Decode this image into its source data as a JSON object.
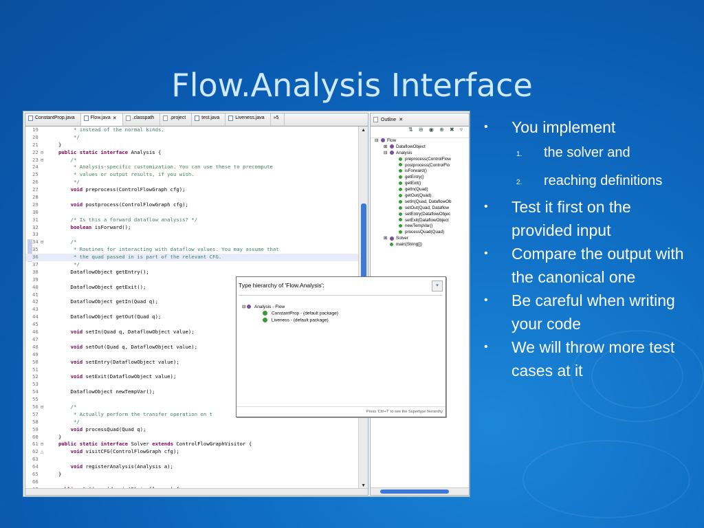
{
  "slide": {
    "title": "Flow.Analysis Interface",
    "bullets": [
      {
        "text": "You implement",
        "sub": [
          {
            "n": "1.",
            "text": "the solver and"
          },
          {
            "n": "2.",
            "text": "reaching definitions"
          }
        ]
      },
      {
        "text": "Test it first on the provided input"
      },
      {
        "text": "Compare the output with the canonical one"
      },
      {
        "text": "Be careful when writing your code"
      },
      {
        "text": "We will throw more test cases at it"
      }
    ]
  },
  "editor": {
    "tabs": [
      {
        "label": "ConstantProp.java",
        "icon": "java-file-icon"
      },
      {
        "label": "Flow.java",
        "icon": "java-file-icon",
        "active": true,
        "close": "✕"
      },
      {
        "label": ".classpath",
        "icon": "file-icon"
      },
      {
        "label": ".project",
        "icon": "file-icon"
      },
      {
        "label": "test.java",
        "icon": "java-file-icon"
      },
      {
        "label": "Liveness.java",
        "icon": "java-file-icon"
      },
      {
        "label": "»5",
        "icon": ""
      }
    ],
    "lines": [
      {
        "n": "19",
        "f": "",
        "t": "     * instead of the normal kinds.",
        "c": "comment"
      },
      {
        "n": "20",
        "f": "",
        "t": "     */",
        "c": "comment"
      },
      {
        "n": "21",
        "f": "",
        "t": "}",
        "c": ""
      },
      {
        "n": "22",
        "f": "⊟",
        "t": "public static interface Analysis {",
        "c": "kw"
      },
      {
        "n": "23",
        "f": "⊟",
        "t": "    /*",
        "c": "comment"
      },
      {
        "n": "24",
        "f": "",
        "t": "     * Analysis-specific customization. You can use these to precompute",
        "c": "comment"
      },
      {
        "n": "25",
        "f": "",
        "t": "     * values or output results, if you wish.",
        "c": "comment"
      },
      {
        "n": "26",
        "f": "",
        "t": "     */",
        "c": "comment"
      },
      {
        "n": "27",
        "f": "",
        "t": "    void preprocess(ControlFlowGraph cfg);",
        "c": "kw"
      },
      {
        "n": "28",
        "f": "",
        "t": "",
        "c": ""
      },
      {
        "n": "29",
        "f": "",
        "t": "    void postprocess(ControlFlowGraph cfg);",
        "c": "kw"
      },
      {
        "n": "30",
        "f": "",
        "t": "",
        "c": ""
      },
      {
        "n": "31",
        "f": "",
        "t": "    /* Is this a forward dataflow analysis? */",
        "c": "comment"
      },
      {
        "n": "32",
        "f": "",
        "t": "    boolean isForward();",
        "c": "kw"
      },
      {
        "n": "33",
        "f": "",
        "t": "",
        "c": ""
      },
      {
        "n": "34",
        "f": "⊟",
        "t": "    /*",
        "c": "comment"
      },
      {
        "n": "35",
        "f": "",
        "t": "     * Routines for interacting with dataflow values. You may assume that",
        "c": "comment"
      },
      {
        "n": "36",
        "f": "",
        "t": "     * the quad passed in is part of the relevant CFG.",
        "c": "comment",
        "hl": true
      },
      {
        "n": "37",
        "f": "",
        "t": "     */",
        "c": "comment"
      },
      {
        "n": "38",
        "f": "",
        "t": "    DataflowObject getEntry();",
        "c": ""
      },
      {
        "n": "39",
        "f": "",
        "t": "",
        "c": ""
      },
      {
        "n": "40",
        "f": "",
        "t": "    DataflowObject getExit();",
        "c": ""
      },
      {
        "n": "41",
        "f": "",
        "t": "",
        "c": ""
      },
      {
        "n": "42",
        "f": "",
        "t": "    DataflowObject getIn(Quad q);",
        "c": ""
      },
      {
        "n": "43",
        "f": "",
        "t": "",
        "c": ""
      },
      {
        "n": "44",
        "f": "",
        "t": "    DataflowObject getOut(Quad q);",
        "c": ""
      },
      {
        "n": "45",
        "f": "",
        "t": "",
        "c": ""
      },
      {
        "n": "46",
        "f": "",
        "t": "    void setIn(Quad q, DataflowObject value);",
        "c": "kw"
      },
      {
        "n": "47",
        "f": "",
        "t": "",
        "c": ""
      },
      {
        "n": "48",
        "f": "",
        "t": "    void setOut(Quad q, DataflowObject value);",
        "c": "kw"
      },
      {
        "n": "49",
        "f": "",
        "t": "",
        "c": ""
      },
      {
        "n": "50",
        "f": "",
        "t": "    void setEntry(DataflowObject value);",
        "c": "kw"
      },
      {
        "n": "51",
        "f": "",
        "t": "",
        "c": ""
      },
      {
        "n": "52",
        "f": "",
        "t": "    void setExit(DataflowObject value);",
        "c": "kw"
      },
      {
        "n": "53",
        "f": "",
        "t": "",
        "c": ""
      },
      {
        "n": "54",
        "f": "",
        "t": "    DataflowObject newTempVar();",
        "c": ""
      },
      {
        "n": "55",
        "f": "",
        "t": "",
        "c": ""
      },
      {
        "n": "56",
        "f": "⊟",
        "t": "    /*",
        "c": "comment"
      },
      {
        "n": "57",
        "f": "",
        "t": "     * Actually perform the transfer operation on t",
        "c": "comment"
      },
      {
        "n": "58",
        "f": "",
        "t": "     */",
        "c": "comment"
      },
      {
        "n": "59",
        "f": "",
        "t": "    void processQuad(Quad q);",
        "c": "kw"
      },
      {
        "n": "60",
        "f": "",
        "t": "}",
        "c": ""
      },
      {
        "n": "61",
        "f": "⊟",
        "t": "public static interface Solver extends ControlFlowGraphVisitor {",
        "c": "kw"
      },
      {
        "n": "62",
        "f": "△",
        "t": "    void visitCFG(ControlFlowGraph cfg);",
        "c": "kw"
      },
      {
        "n": "63",
        "f": "",
        "t": "",
        "c": ""
      },
      {
        "n": "64",
        "f": "",
        "t": "    void registerAnalysis(Analysis a);",
        "c": "kw"
      },
      {
        "n": "65",
        "f": "",
        "t": "}",
        "c": ""
      },
      {
        "n": "66",
        "f": "",
        "t": "",
        "c": ""
      },
      {
        "n": "67",
        "f": "⊟",
        "t": "public static void main(String[] args) {",
        "c": "kw"
      }
    ]
  },
  "outline": {
    "tab_label": "Outline",
    "close": "✕",
    "tools": "⇅ ⊖ ◉ ⊕ ✖ ▿",
    "items": [
      {
        "indent": 0,
        "toggle": "⊟",
        "icon": "class",
        "label": "Flow"
      },
      {
        "indent": 1,
        "toggle": "⊞",
        "icon": "interface",
        "label": "DataflowObject"
      },
      {
        "indent": 1,
        "toggle": "⊟",
        "icon": "interface",
        "label": "Analysis"
      },
      {
        "indent": 2,
        "toggle": "",
        "icon": "method",
        "label": "preprocess(ControlFlow"
      },
      {
        "indent": 2,
        "toggle": "",
        "icon": "method",
        "label": "postprocess(ControlFlo"
      },
      {
        "indent": 2,
        "toggle": "",
        "icon": "method",
        "label": "isForward()"
      },
      {
        "indent": 2,
        "toggle": "",
        "icon": "method",
        "label": "getEntry()"
      },
      {
        "indent": 2,
        "toggle": "",
        "icon": "method",
        "label": "getExit()"
      },
      {
        "indent": 2,
        "toggle": "",
        "icon": "method",
        "label": "getIn(Quad)"
      },
      {
        "indent": 2,
        "toggle": "",
        "icon": "method",
        "label": "getOut(Quad)"
      },
      {
        "indent": 2,
        "toggle": "",
        "icon": "method",
        "label": "setIn(Quad, DataflowOb"
      },
      {
        "indent": 2,
        "toggle": "",
        "icon": "method",
        "label": "setOut(Quad, Dataflow"
      },
      {
        "indent": 2,
        "toggle": "",
        "icon": "method",
        "label": "setEntry(DataflowObjec"
      },
      {
        "indent": 2,
        "toggle": "",
        "icon": "method",
        "label": "setExit(DataflowObject"
      },
      {
        "indent": 2,
        "toggle": "",
        "icon": "method",
        "label": "newTempVar()"
      },
      {
        "indent": 2,
        "toggle": "",
        "icon": "method",
        "label": "processQuad(Quad)"
      },
      {
        "indent": 1,
        "toggle": "⊞",
        "icon": "interface",
        "label": "Solver"
      },
      {
        "indent": 1,
        "toggle": "",
        "icon": "method",
        "label": "main(String[])"
      }
    ]
  },
  "type_hierarchy": {
    "title": "Type hierarchy of 'Flow.Analysis':",
    "menu": "▾",
    "root": {
      "toggle": "⊟",
      "label": "Analysis - Flow"
    },
    "children": [
      {
        "label": "ConstantProp - (default package)"
      },
      {
        "label": "Liveness - (default package)"
      }
    ],
    "footer": "Press 'Ctrl+T' to see the Supertype hierarchy"
  }
}
